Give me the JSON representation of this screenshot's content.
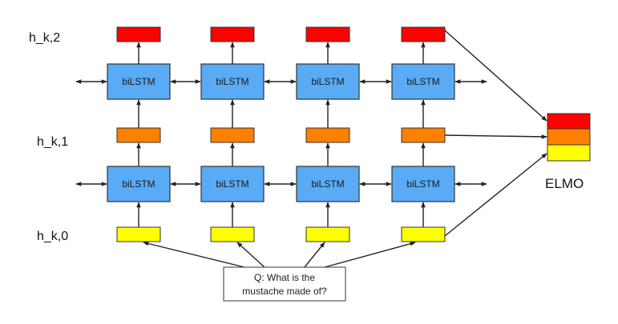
{
  "layer_labels": {
    "h2": "h_k,2",
    "h1": "h_k,1",
    "h0": "h_k,0"
  },
  "lstm_label": "biLSTM",
  "elmo_label": "ELMO",
  "question": {
    "line1": "Q: What is the",
    "line2": "mustache made of?"
  },
  "colors": {
    "h2": "#ff0000",
    "h1": "#ff8000",
    "h0": "#ffff00",
    "lstm": "#5aabf5",
    "stroke": "#333333",
    "arrow": "#222222"
  }
}
